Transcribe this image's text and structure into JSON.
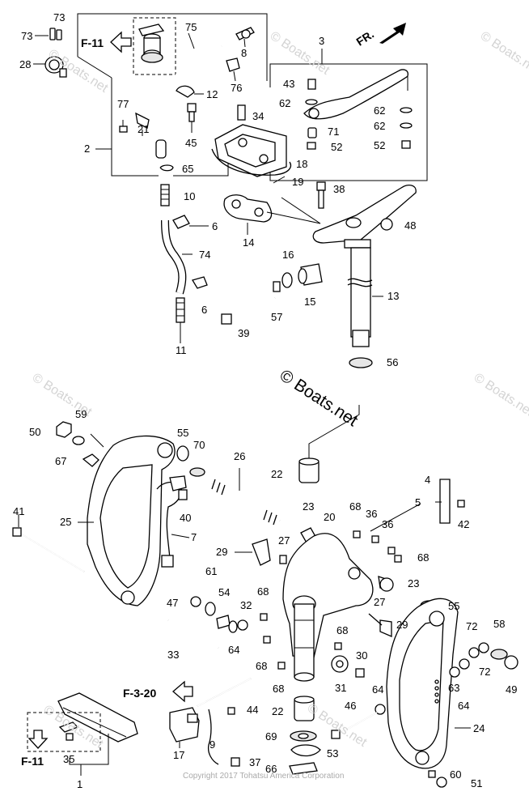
{
  "references": {
    "f11_top": "F-11",
    "f11_bottom": "F-11",
    "f320": "F-3-20",
    "front": "FR."
  },
  "watermarks": {
    "boats_net": "© Boats.net",
    "copyright": "Copyright 2017 Tohatsu America Corporation"
  },
  "labels": {
    "n73a": "73",
    "n73b": "73",
    "n28": "28",
    "n75": "75",
    "n8": "8",
    "n76": "76",
    "n12": "12",
    "n77": "77",
    "n21": "21",
    "n45": "45",
    "n2": "2",
    "n65": "65",
    "n10": "10",
    "n6a": "6",
    "n74": "74",
    "n6b": "6",
    "n11": "11",
    "n3": "3",
    "n43": "43",
    "n62a": "62",
    "n34": "34",
    "n62b": "62",
    "n62c": "62",
    "n71": "71",
    "n52a": "52",
    "n52b": "52",
    "n18": "18",
    "n19": "19",
    "n38": "38",
    "n48": "48",
    "n14": "14",
    "n16": "16",
    "n15": "15",
    "n13": "13",
    "n57": "57",
    "n39": "39",
    "n56": "56",
    "n50": "50",
    "n59": "59",
    "n67": "67",
    "n55a": "55",
    "n70": "70",
    "n26": "26",
    "n22a": "22",
    "n4": "4",
    "n5": "5",
    "n42": "42",
    "n41": "41",
    "n25": "25",
    "n40": "40",
    "n7": "7",
    "n23a": "23",
    "n20": "20",
    "n68a": "68",
    "n36a": "36",
    "n36b": "36",
    "n29a": "29",
    "n27a": "27",
    "n68b": "68",
    "n61": "61",
    "n54": "54",
    "n68c": "68",
    "n23b": "23",
    "n47": "47",
    "n32": "32",
    "n27b": "27",
    "n55b": "55",
    "n33": "33",
    "n64a": "64",
    "n29b": "29",
    "n72a": "72",
    "n58": "58",
    "n68d": "68",
    "n68e": "68",
    "n30": "30",
    "n72b": "72",
    "n68f": "68",
    "n31": "31",
    "n63": "63",
    "n49": "49",
    "n64b": "64",
    "n64c": "64",
    "n44": "44",
    "n22b": "22",
    "n46": "46",
    "n24": "24",
    "n35": "35",
    "n17": "17",
    "n9": "9",
    "n69": "69",
    "n53": "53",
    "n37": "37",
    "n66": "66",
    "n60": "60",
    "n1": "1",
    "n51": "51"
  }
}
